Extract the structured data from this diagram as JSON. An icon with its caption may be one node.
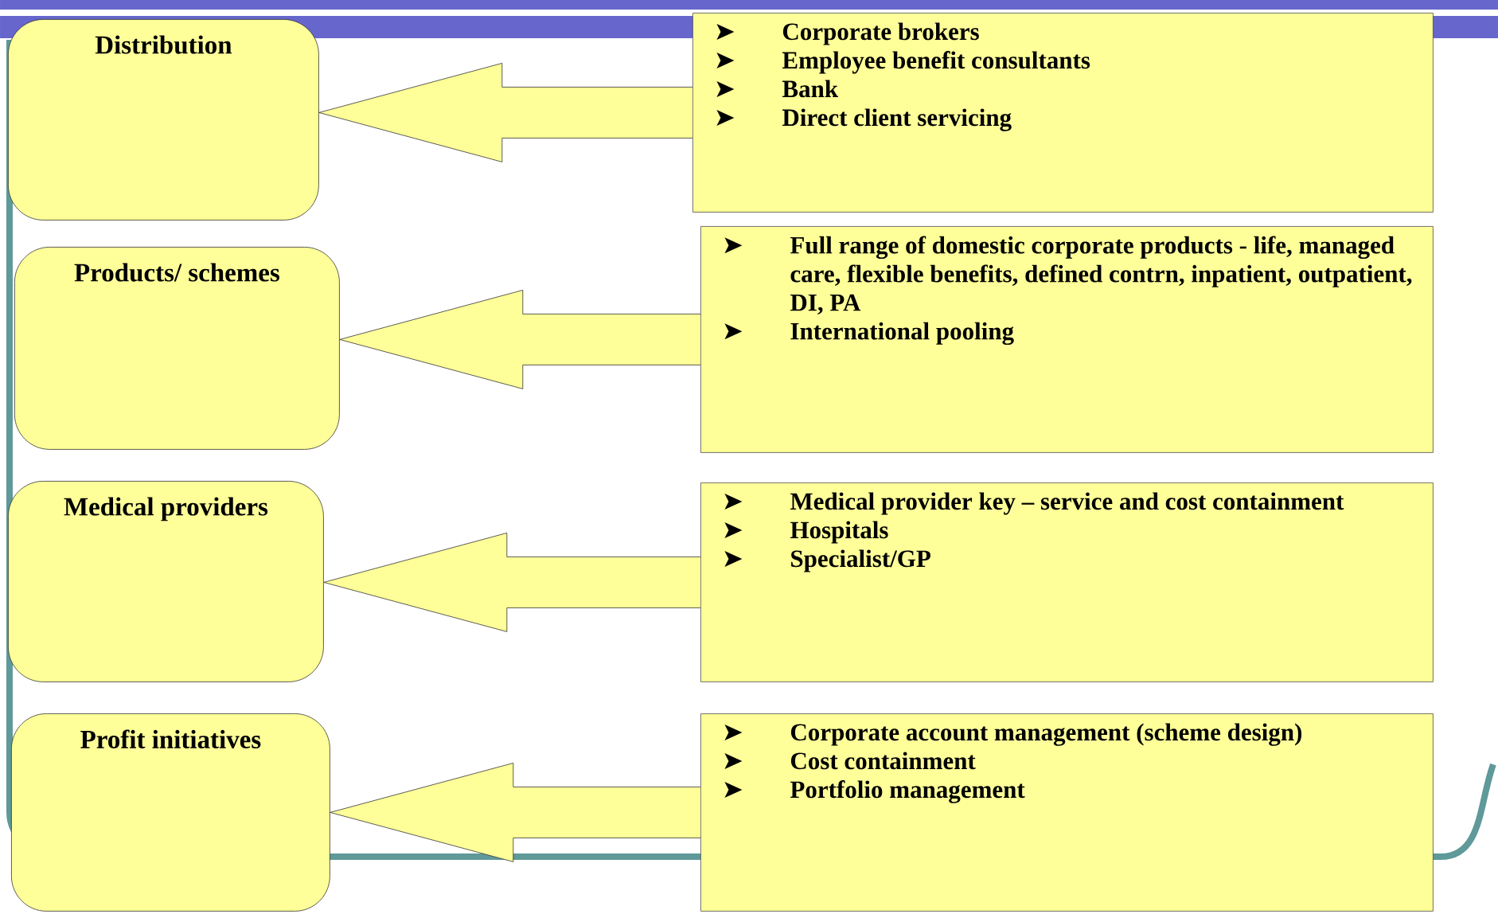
{
  "diagram": {
    "nodes": [
      {
        "text": [
          "Distribution"
        ]
      },
      {
        "text": [
          "Corporate brokers",
          "Employee benefit consultants",
          "Bank",
          "Direct client servicing"
        ]
      },
      {
        "text": [
          "Products/ schemes"
        ]
      },
      {
        "text": [
          "Full range of domestic corporate products - life, managed care,  flexible benefits, defined contrn, inpatient, outpatient, DI, PA",
          "International pooling"
        ]
      },
      {
        "text": [
          "Medical providers"
        ]
      },
      {
        "text": [
          "Medical provider key – service and cost containment",
          "Hospitals",
          "Specialist/GP"
        ]
      },
      {
        "text": [
          "Profit initiatives"
        ]
      },
      {
        "text": [
          "Corporate account management (scheme design)",
          "Cost containment",
          "Portfolio management"
        ]
      }
    ],
    "edges": [
      {
        "from": 1,
        "to": 0,
        "arrow": "to"
      },
      {
        "from": 3,
        "to": 2,
        "arrow": "to"
      },
      {
        "from": 5,
        "to": 4,
        "arrow": "to"
      },
      {
        "from": 7,
        "to": 6,
        "arrow": "to"
      }
    ]
  }
}
